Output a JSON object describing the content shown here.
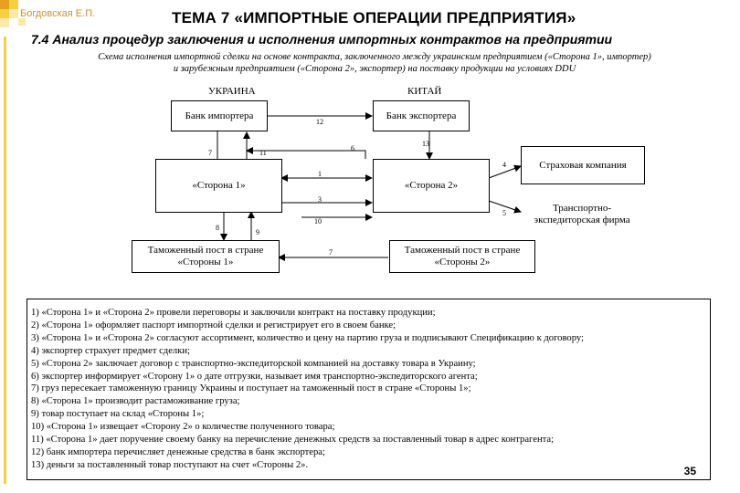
{
  "header": {
    "author": "Богдовская Е.П.",
    "title": "ТЕМА 7 «ИМПОРТНЫЕ ОПЕРАЦИИ ПРЕДПРИЯТИЯ»",
    "subtitle": "7.4 Анализ процедур заключения и исполнения импортных контрактов на предприятии",
    "scheme_line1": "Схема исполнения импортной сделки на основе контракта, заключенного между украинским предприятием («Сторона 1», импортер)",
    "scheme_line2": "и зарубежным предприятием («Сторона 2», экспортер) на поставку продукции на условиях DDU"
  },
  "diagram": {
    "ukraine": "УКРАИНА",
    "china": "КИТАЙ",
    "importer_bank": "Банк импортера",
    "exporter_bank": "Банк экспортера",
    "party1": "«Сторона 1»",
    "party2": "«Сторона 2»",
    "customs1": "Таможенный пост в стране «Стороны 1»",
    "customs2": "Таможенный пост в стране «Стороны 2»",
    "insurance": "Страховая компания",
    "forwarder": "Транспортно-экспедиторская фирма",
    "n12": "12",
    "n7a": "7",
    "n11": "11",
    "n6": "6",
    "n13": "13",
    "n4": "4",
    "n1": "1",
    "n3": "3",
    "n5": "5",
    "n10": "10",
    "n8": "8",
    "n9": "9",
    "n7b": "7"
  },
  "steps": [
    "1) «Сторона 1» и «Сторона 2» провели переговоры  и заключили контракт на поставку продукции;",
    "2) «Сторона 1» оформляет паспорт импортной сделки и регистрирует его в своем банке;",
    "3) «Сторона 1» и «Сторона 2» согласуют ассортимент,  количество и цену на партию груза и подписывают Спецификацию к договору;",
    "4) экспортер страхует предмет сделки;",
    "5) «Сторона 2» заключает договор с транспортно-экспедиторской  компанией на доставку товара в Украину;",
    "6) экспортер информирует «Сторону 1» о дате отгрузки, называет имя транспортно-экспедиторского агента;",
    "7) груз пересекает таможенную границу Украины и поступает на таможенный пост в стране «Стороны 1»;",
    "8) «Сторона 1» производит растаможивание груза;",
    "9) товар поступает на склад «Стороны 1»;",
    "10) «Сторона 1» извещает «Сторону 2»  о количестве полученного товара;",
    "11) «Сторона 1» дает поручение своему банку на перечисление денежных средств за поставленный товар в адрес контрагента;",
    "12) банк импортера перечисляет денежные средства в банк экспортера;",
    "13) деньги за поставленный товар поступают на счет «Стороны 2»."
  ],
  "page_number": "35",
  "colors": {
    "deco_orange": "#e8a020",
    "deco_yellow": "#f5d040",
    "deco_light": "#fbe9a8"
  }
}
